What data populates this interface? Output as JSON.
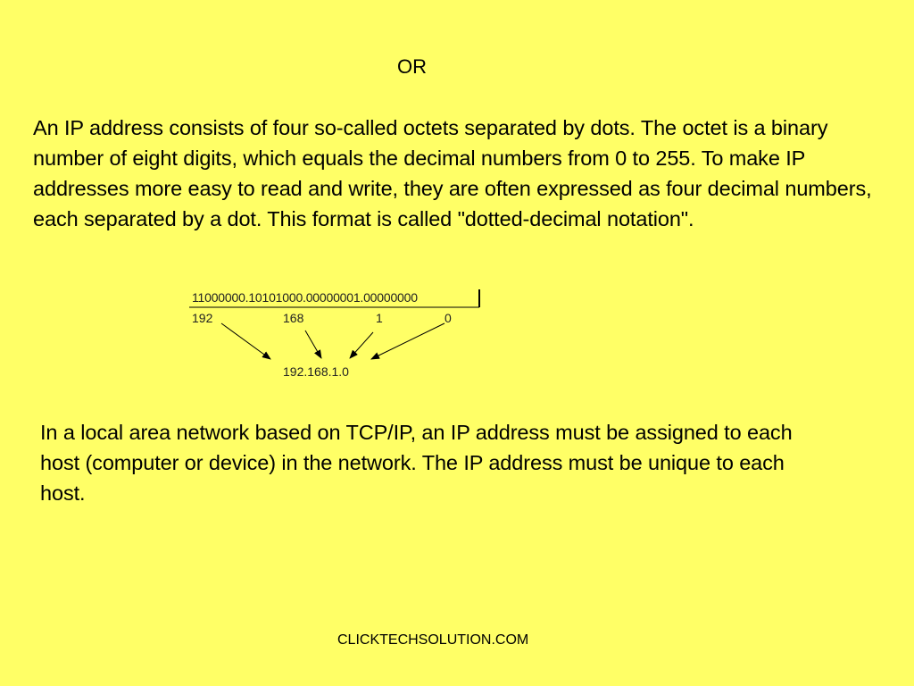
{
  "slide": {
    "heading": "OR",
    "paragraph_1": "An IP address consists of four so-called octets separated by dots. The octet is a binary number of eight digits, which equals the decimal numbers from 0 to 255. To make IP addresses more easy to read and write, they are often expressed as four decimal numbers, each separated by a dot. This format is called \"dotted-decimal notation\".",
    "paragraph_2": "In a local area network based on TCP/IP, an IP address must be assigned to each host (computer or device) in the network. The IP address must be unique to each host.",
    "footer": "CLICKTECHSOLUTION.COM"
  },
  "diagram": {
    "binary": "11000000.10101000.00000001.00000000",
    "octets": [
      "192",
      "168",
      "1",
      "0"
    ],
    "result": "192.168.1.0"
  },
  "colors": {
    "background": "#ffff66",
    "text": "#000000"
  }
}
